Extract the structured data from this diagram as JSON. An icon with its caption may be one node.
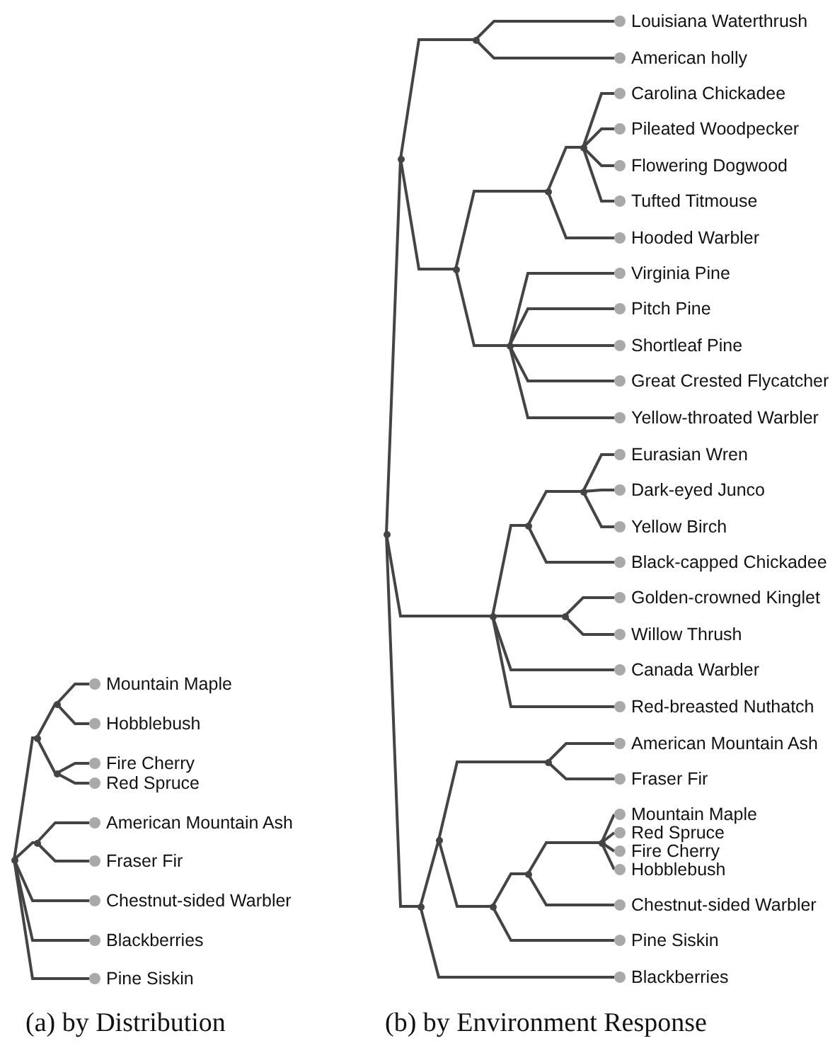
{
  "diagram": {
    "nodes": [
      {
        "text": [],
        "shape": "point"
      },
      {
        "text": [],
        "shape": "point"
      },
      {
        "text": [],
        "shape": "point"
      },
      {
        "text": [
          "Mountain Maple"
        ]
      },
      {
        "text": [
          "Hobblebush"
        ]
      },
      {
        "text": [],
        "shape": "point"
      },
      {
        "text": [
          "Fire Cherry"
        ]
      },
      {
        "text": [
          "Red Spruce"
        ]
      },
      {
        "text": [],
        "shape": "point"
      },
      {
        "text": [
          "American Mountain Ash"
        ]
      },
      {
        "text": [
          "Fraser Fir"
        ]
      },
      {
        "text": [
          "Chestnut-sided Warbler"
        ]
      },
      {
        "text": [
          "Blackberries"
        ]
      },
      {
        "text": [
          "Pine Siskin"
        ]
      },
      {
        "text": [],
        "shape": "point"
      },
      {
        "text": [],
        "shape": "point"
      },
      {
        "text": [],
        "shape": "point"
      },
      {
        "text": [
          "Louisiana Waterthrush"
        ]
      },
      {
        "text": [
          "American holly"
        ]
      },
      {
        "text": [],
        "shape": "point"
      },
      {
        "text": [],
        "shape": "point"
      },
      {
        "text": [],
        "shape": "point"
      },
      {
        "text": [
          "Carolina Chickadee"
        ]
      },
      {
        "text": [
          "Pileated Woodpecker"
        ]
      },
      {
        "text": [
          "Flowering Dogwood"
        ]
      },
      {
        "text": [
          "Tufted Titmouse"
        ]
      },
      {
        "text": [
          "Hooded Warbler"
        ]
      },
      {
        "text": [],
        "shape": "point"
      },
      {
        "text": [
          "Virginia Pine"
        ]
      },
      {
        "text": [
          "Pitch Pine"
        ]
      },
      {
        "text": [
          "Shortleaf Pine"
        ]
      },
      {
        "text": [
          "Great Crested Flycatcher"
        ]
      },
      {
        "text": [
          "Yellow-throated Warbler"
        ]
      },
      {
        "text": [],
        "shape": "point"
      },
      {
        "text": [],
        "shape": "point"
      },
      {
        "text": [],
        "shape": "point"
      },
      {
        "text": [
          "Eurasian Wren"
        ]
      },
      {
        "text": [
          "Dark-eyed Junco"
        ]
      },
      {
        "text": [
          "Yellow Birch"
        ]
      },
      {
        "text": [
          "Black-capped Chickadee"
        ]
      },
      {
        "text": [],
        "shape": "point"
      },
      {
        "text": [
          "Golden-crowned Kinglet"
        ]
      },
      {
        "text": [
          "Willow Thrush"
        ]
      },
      {
        "text": [
          "Canada Warbler"
        ]
      },
      {
        "text": [
          "Red-breasted Nuthatch"
        ]
      },
      {
        "text": [],
        "shape": "point"
      },
      {
        "text": [],
        "shape": "point"
      },
      {
        "text": [],
        "shape": "point"
      },
      {
        "text": [
          "American Mountain Ash"
        ]
      },
      {
        "text": [
          "Fraser Fir"
        ]
      },
      {
        "text": [],
        "shape": "point"
      },
      {
        "text": [],
        "shape": "point"
      },
      {
        "text": [],
        "shape": "point"
      },
      {
        "text": [
          "Mountain Maple"
        ]
      },
      {
        "text": [
          "Red Spruce"
        ]
      },
      {
        "text": [
          "Fire Cherry"
        ]
      },
      {
        "text": [
          "Hobblebush"
        ]
      },
      {
        "text": [
          "Chestnut-sided Warbler"
        ]
      },
      {
        "text": [
          "Pine Siskin"
        ]
      },
      {
        "text": [
          "Blackberries"
        ]
      }
    ],
    "edges": [
      {
        "from": 0,
        "to": 1,
        "arrow": "none"
      },
      {
        "from": 1,
        "to": 2,
        "arrow": "none"
      },
      {
        "from": 2,
        "to": 3,
        "arrow": "none"
      },
      {
        "from": 2,
        "to": 4,
        "arrow": "none"
      },
      {
        "from": 1,
        "to": 5,
        "arrow": "none"
      },
      {
        "from": 5,
        "to": 6,
        "arrow": "none"
      },
      {
        "from": 5,
        "to": 7,
        "arrow": "none"
      },
      {
        "from": 0,
        "to": 8,
        "arrow": "none"
      },
      {
        "from": 8,
        "to": 9,
        "arrow": "none"
      },
      {
        "from": 8,
        "to": 10,
        "arrow": "none"
      },
      {
        "from": 0,
        "to": 11,
        "arrow": "none"
      },
      {
        "from": 0,
        "to": 12,
        "arrow": "none"
      },
      {
        "from": 0,
        "to": 13,
        "arrow": "none"
      },
      {
        "from": 14,
        "to": 15,
        "arrow": "none"
      },
      {
        "from": 15,
        "to": 16,
        "arrow": "none"
      },
      {
        "from": 16,
        "to": 17,
        "arrow": "none"
      },
      {
        "from": 16,
        "to": 18,
        "arrow": "none"
      },
      {
        "from": 15,
        "to": 19,
        "arrow": "none"
      },
      {
        "from": 19,
        "to": 20,
        "arrow": "none"
      },
      {
        "from": 20,
        "to": 21,
        "arrow": "none"
      },
      {
        "from": 21,
        "to": 22,
        "arrow": "none"
      },
      {
        "from": 21,
        "to": 23,
        "arrow": "none"
      },
      {
        "from": 21,
        "to": 24,
        "arrow": "none"
      },
      {
        "from": 21,
        "to": 25,
        "arrow": "none"
      },
      {
        "from": 20,
        "to": 26,
        "arrow": "none"
      },
      {
        "from": 19,
        "to": 27,
        "arrow": "none"
      },
      {
        "from": 27,
        "to": 28,
        "arrow": "none"
      },
      {
        "from": 27,
        "to": 29,
        "arrow": "none"
      },
      {
        "from": 27,
        "to": 30,
        "arrow": "none"
      },
      {
        "from": 27,
        "to": 31,
        "arrow": "none"
      },
      {
        "from": 27,
        "to": 32,
        "arrow": "none"
      },
      {
        "from": 14,
        "to": 33,
        "arrow": "none"
      },
      {
        "from": 33,
        "to": 34,
        "arrow": "none"
      },
      {
        "from": 34,
        "to": 35,
        "arrow": "none"
      },
      {
        "from": 35,
        "to": 36,
        "arrow": "none"
      },
      {
        "from": 35,
        "to": 37,
        "arrow": "none"
      },
      {
        "from": 35,
        "to": 38,
        "arrow": "none"
      },
      {
        "from": 34,
        "to": 39,
        "arrow": "none"
      },
      {
        "from": 33,
        "to": 40,
        "arrow": "none"
      },
      {
        "from": 40,
        "to": 41,
        "arrow": "none"
      },
      {
        "from": 40,
        "to": 42,
        "arrow": "none"
      },
      {
        "from": 33,
        "to": 43,
        "arrow": "none"
      },
      {
        "from": 33,
        "to": 44,
        "arrow": "none"
      },
      {
        "from": 14,
        "to": 45,
        "arrow": "none"
      },
      {
        "from": 45,
        "to": 46,
        "arrow": "none"
      },
      {
        "from": 46,
        "to": 47,
        "arrow": "none"
      },
      {
        "from": 47,
        "to": 48,
        "arrow": "none"
      },
      {
        "from": 47,
        "to": 49,
        "arrow": "none"
      },
      {
        "from": 46,
        "to": 50,
        "arrow": "none"
      },
      {
        "from": 50,
        "to": 51,
        "arrow": "none"
      },
      {
        "from": 51,
        "to": 52,
        "arrow": "none"
      },
      {
        "from": 52,
        "to": 53,
        "arrow": "none"
      },
      {
        "from": 52,
        "to": 54,
        "arrow": "none"
      },
      {
        "from": 52,
        "to": 55,
        "arrow": "none"
      },
      {
        "from": 52,
        "to": 56,
        "arrow": "none"
      },
      {
        "from": 51,
        "to": 57,
        "arrow": "none"
      },
      {
        "from": 50,
        "to": 58,
        "arrow": "none"
      },
      {
        "from": 45,
        "to": 59,
        "arrow": "none"
      }
    ],
    "labels": [
      "(a) by Distribution",
      "(b) by Environment Response"
    ]
  }
}
